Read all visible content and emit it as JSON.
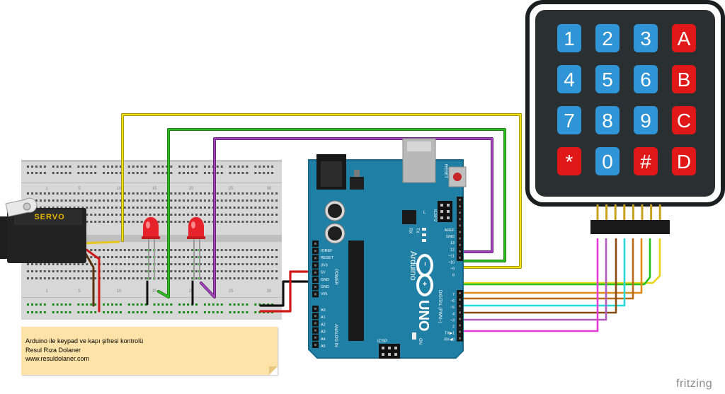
{
  "keypad": {
    "keys": [
      {
        "label": "1",
        "type": "num"
      },
      {
        "label": "2",
        "type": "num"
      },
      {
        "label": "3",
        "type": "num"
      },
      {
        "label": "A",
        "type": "letter"
      },
      {
        "label": "4",
        "type": "num"
      },
      {
        "label": "5",
        "type": "num"
      },
      {
        "label": "6",
        "type": "num"
      },
      {
        "label": "B",
        "type": "letter"
      },
      {
        "label": "7",
        "type": "num"
      },
      {
        "label": "8",
        "type": "num"
      },
      {
        "label": "9",
        "type": "num"
      },
      {
        "label": "C",
        "type": "letter"
      },
      {
        "label": "*",
        "type": "letter"
      },
      {
        "label": "0",
        "type": "num"
      },
      {
        "label": "#",
        "type": "letter"
      },
      {
        "label": "D",
        "type": "letter"
      }
    ],
    "num_color": "#2f95d6",
    "letter_color": "#e01818",
    "frame_color": "#2a2f31"
  },
  "servo": {
    "label": "SERVO"
  },
  "breadboard": {
    "column_numbers": [
      "1",
      "5",
      "10",
      "15",
      "20",
      "25",
      "30"
    ]
  },
  "arduino": {
    "brand": "Arduino",
    "model": "UNO",
    "reset_label": "RESET",
    "icsp2_label": "ICSP2",
    "icsp_label": "ICSP",
    "on_label": "ON",
    "l_label": "L",
    "tx_label": "TX",
    "rx_label": "RX",
    "digital_label": "DIGITAL (PWM~)",
    "power_label": "POWER",
    "analog_label": "ANALOG IN",
    "power_pins": [
      "IOREF",
      "RESET",
      "3V3",
      "5V",
      "GND",
      "GND",
      "VIN"
    ],
    "analog_pins": [
      "A0",
      "A1",
      "A2",
      "A3",
      "A4",
      "A5"
    ],
    "top_pins": [
      "AREF",
      "GND",
      "13",
      "12",
      "~11",
      "~10",
      "~9",
      "8"
    ],
    "bottom_pins": [
      "7",
      "~6",
      "~5",
      "4",
      "~3",
      "2",
      "TX▶1",
      "RX◀0"
    ]
  },
  "note": {
    "line1": "Arduino ile keypad ve kapı şifresi kontrolü",
    "line2": "Resul Rıza Dolaner",
    "line3": "www.resuldolaner.com"
  },
  "fritzing": "fritzing"
}
